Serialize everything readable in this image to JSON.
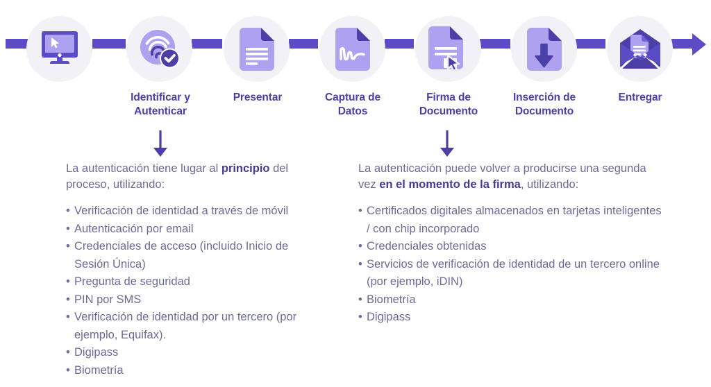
{
  "colors": {
    "primary_dark": "#5b4bc4",
    "primary_deep": "#4c3fa8",
    "icon_light": "#aea2f0",
    "circle_bg": "#f1f1f6",
    "body_text": "#6b6b99",
    "bold_text": "#463a96",
    "page_bg": "#ffffff"
  },
  "flow": {
    "steps": [
      {
        "id": "start",
        "label": "",
        "icon": "monitor-cursor-icon"
      },
      {
        "id": "identify",
        "label": "Identificar y Autenticar",
        "label_lines": [
          "Identificar y",
          "Autenticar"
        ],
        "icon": "fingerprint-verified-icon"
      },
      {
        "id": "present",
        "label": "Presentar",
        "label_lines": [
          "Presentar"
        ],
        "icon": "document-lines-icon"
      },
      {
        "id": "data-capture",
        "label": "Captura de Datos",
        "label_lines": [
          "Captura de",
          "Datos"
        ],
        "icon": "document-signature-icon"
      },
      {
        "id": "document-signature",
        "label": "Firma de Documento",
        "label_lines": [
          "Firma de",
          "Documento"
        ],
        "icon": "document-sign-cursor-icon"
      },
      {
        "id": "document-insertion",
        "label": "Inserción de Documento",
        "label_lines": [
          "Inserción de",
          "Documento"
        ],
        "icon": "document-download-icon"
      },
      {
        "id": "deliver",
        "label": "Entregar",
        "label_lines": [
          "Entregar"
        ],
        "icon": "envelope-open-document-icon"
      }
    ],
    "end_arrow_icon": "arrow-right-icon"
  },
  "callouts": [
    {
      "id": "left",
      "arrow_icon": "arrow-down-icon",
      "intro_before": "La autenticación tiene lugar al ",
      "intro_bold": "principio",
      "intro_after": " del proceso, utilizando:",
      "items": [
        "Verificación de identidad a través de móvil",
        "Autenticación por email",
        "Credenciales de acceso (incluido Inicio de Sesión Única)",
        "Pregunta de seguridad",
        "PIN por SMS",
        "Verificación de identidad por un tercero (por ejemplo, Equifax).",
        "Digipass",
        "Biometría"
      ]
    },
    {
      "id": "right",
      "arrow_icon": "arrow-down-icon",
      "intro_before": "La autenticación puede volver a producirse una segunda vez ",
      "intro_bold": "en el momento de la firma",
      "intro_after": ", utilizando:",
      "items": [
        "Certificados digitales almacenados en tarjetas inteligentes / con chip incorporado",
        "Credenciales obtenidas",
        "Servicios de verificación de identidad de un tercero online (por ejemplo, iDIN)",
        "Biometría",
        "Digipass"
      ]
    }
  ]
}
